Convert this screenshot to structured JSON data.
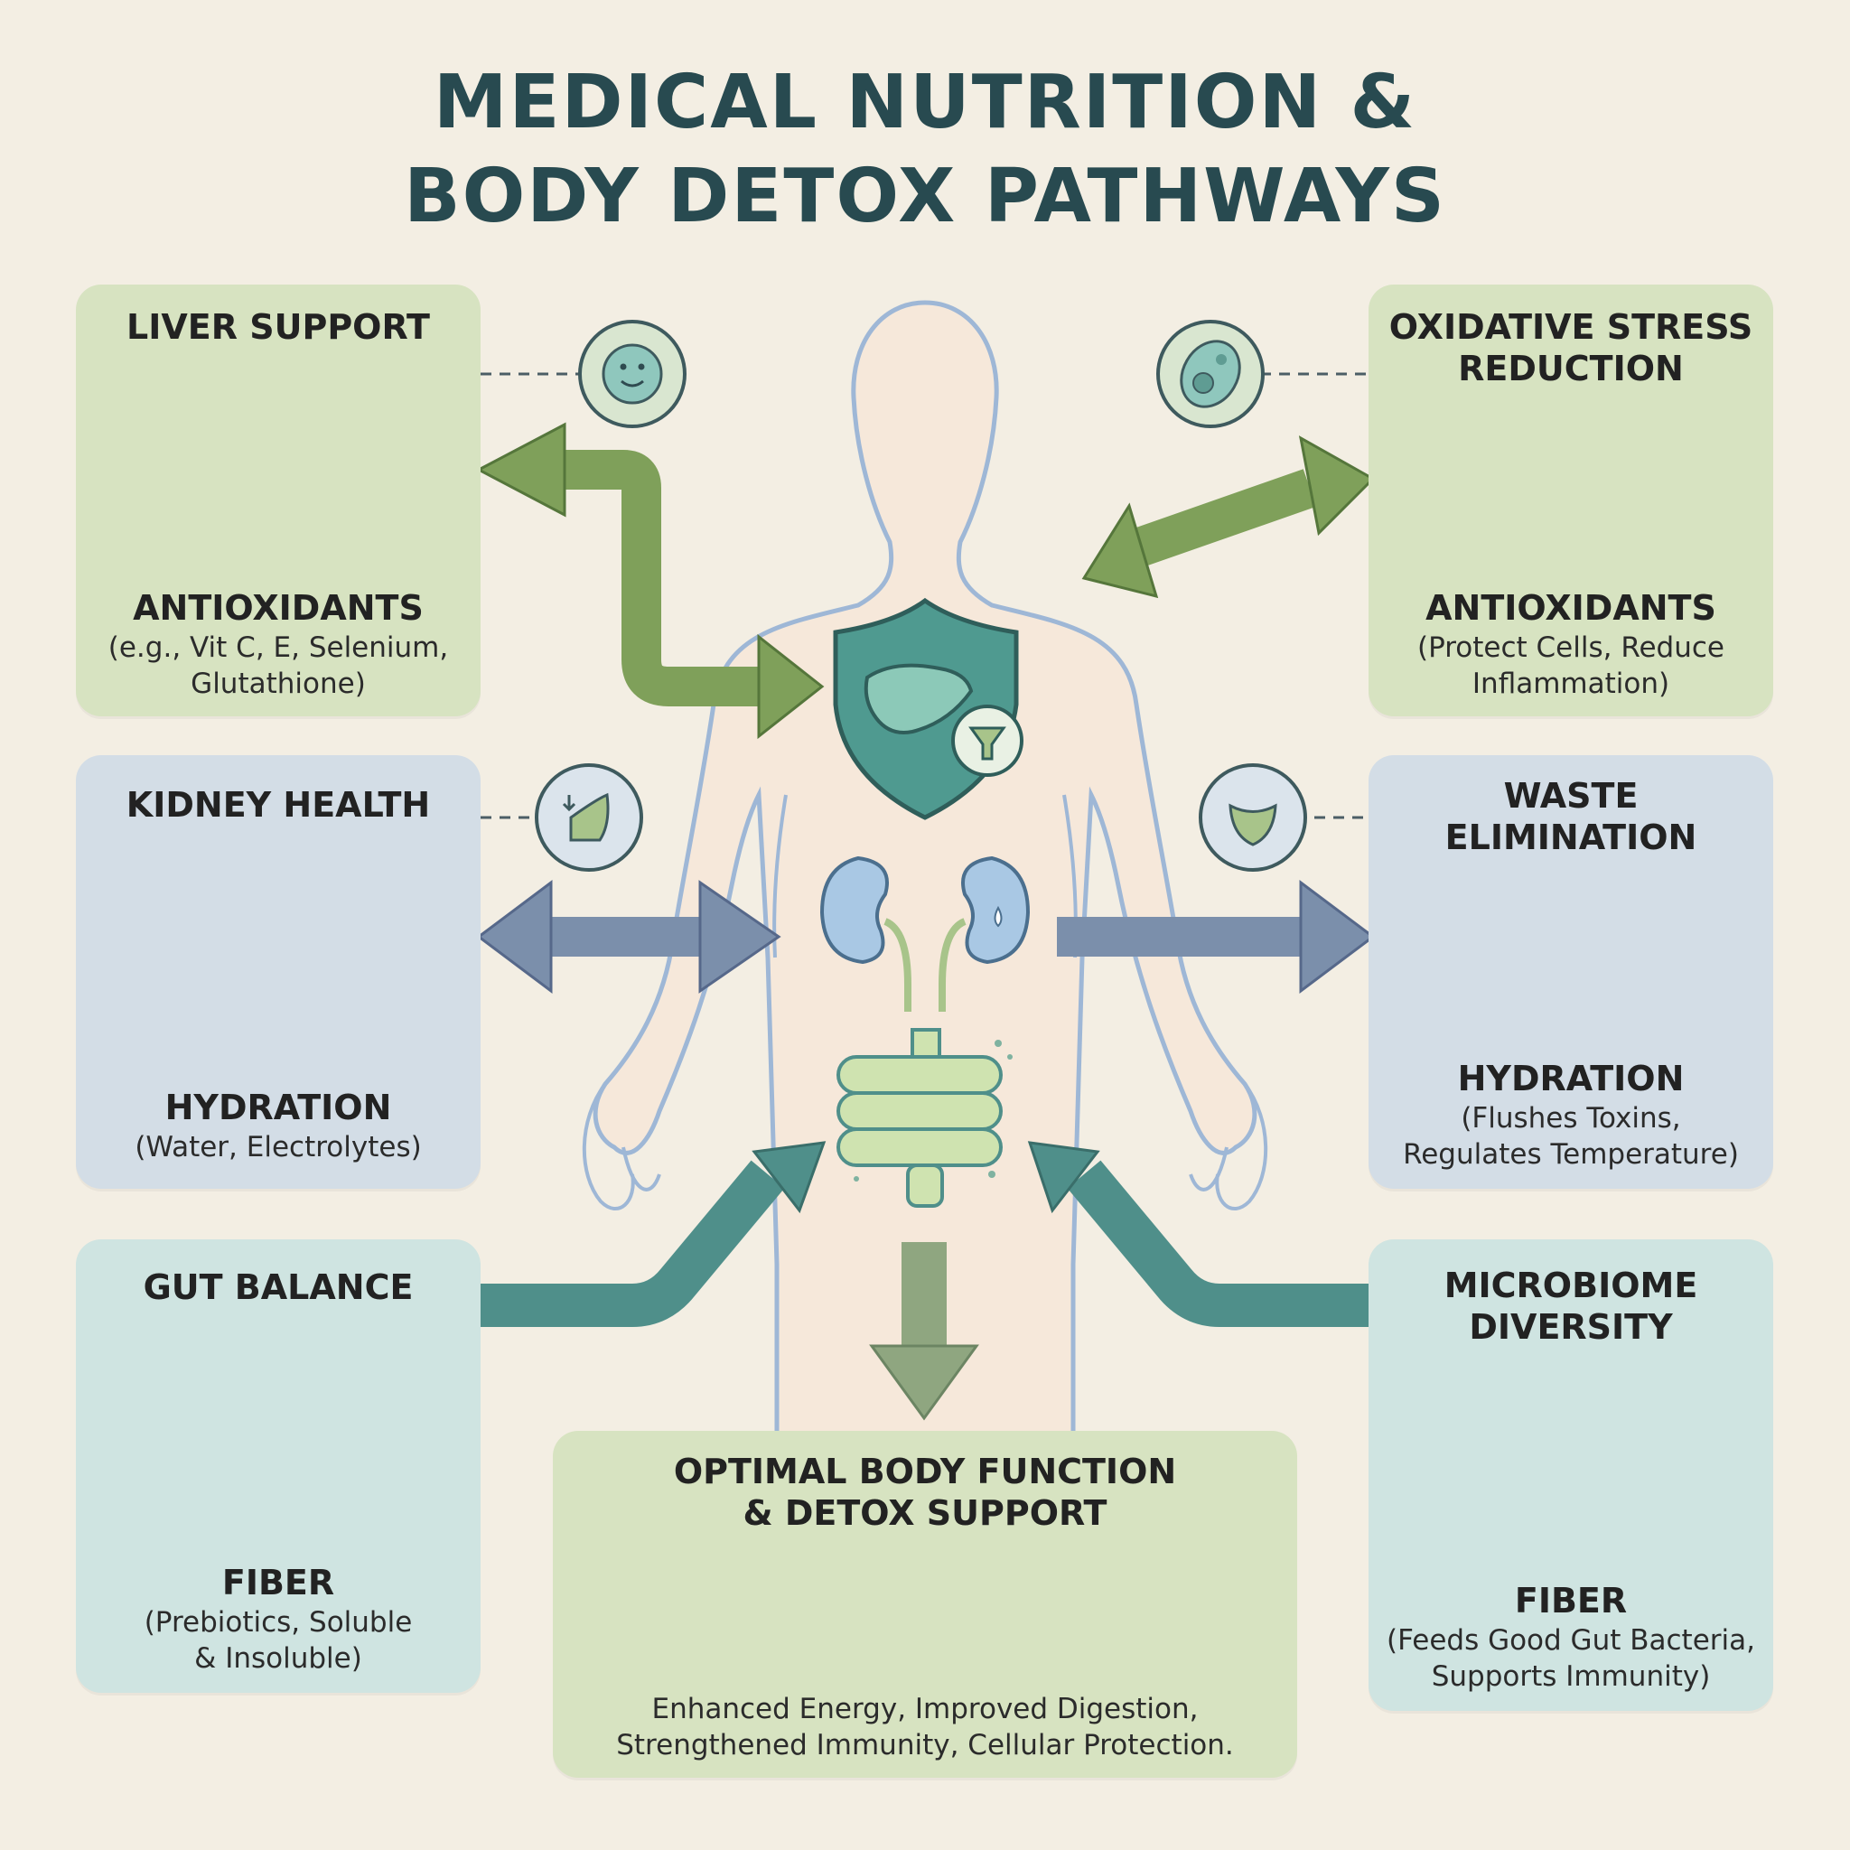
{
  "title": {
    "line1": "MEDICAL NUTRITION &",
    "line2": "BODY DETOX PATHWAYS"
  },
  "panels": {
    "liver": {
      "title": "LIVER SUPPORT",
      "nutrient": "ANTIOXIDANTS",
      "desc_line1": "(e.g., Vit C, E, Selenium,",
      "desc_line2": "Glutathione)"
    },
    "kidney": {
      "title": "KIDNEY HEALTH",
      "nutrient": "HYDRATION",
      "desc_line1": "(Water, Electrolytes)"
    },
    "gut": {
      "title": "GUT BALANCE",
      "nutrient": "FIBER",
      "desc_line1": "(Prebiotics, Soluble",
      "desc_line2": "& Insoluble)"
    },
    "oxidative": {
      "title_line1": "OXIDATIVE STRESS",
      "title_line2": "REDUCTION",
      "nutrient": "ANTIOXIDANTS",
      "desc_line1": "(Protect Cells, Reduce",
      "desc_line2": "Inflammation)"
    },
    "waste": {
      "title_line1": "WASTE",
      "title_line2": "ELIMINATION",
      "nutrient": "HYDRATION",
      "desc_line1": "(Flushes Toxins,",
      "desc_line2": "Regulates Temperature)"
    },
    "microbiome": {
      "title_line1": "MICROBIOME",
      "title_line2": "DIVERSITY",
      "nutrient": "FIBER",
      "desc_line1": "(Feeds Good Gut Bacteria,",
      "desc_line2": "Supports Immunity)"
    },
    "optimal": {
      "title_line1": "OPTIMAL BODY FUNCTION",
      "title_line2": "& DETOX SUPPORT",
      "desc_line1": "Enhanced Energy, Improved Digestion,",
      "desc_line2": "Strengthened Immunity, Cellular Protection."
    }
  },
  "colors": {
    "background": "#f3eee3",
    "title": "#284a50",
    "green_panel": "#d7e3c1",
    "blue_panel": "#d3dde6",
    "teal_panel": "#cfe4e1",
    "green_arrow": "#7fa05a",
    "blue_arrow": "#7b8fab",
    "teal_arrow": "#4f8f8a",
    "body_outline": "#9eb7d6",
    "body_fill": "#f6e8da"
  },
  "icons": {
    "liver_panel": [
      "leafy-greens-icon",
      "blueberries-icon",
      "nuts-icon"
    ],
    "kidney_panel": [
      "water-bottle-icon",
      "water-glass-lemon-icon"
    ],
    "gut_panel": [
      "oatmeal-bowl-icon",
      "pear-icon",
      "beans-icon"
    ],
    "oxidative_panel": [
      "brain-icon",
      "heart-icon"
    ],
    "waste_panel": [
      "bladder-icon",
      "water-drops-icon"
    ],
    "microbiome_panel": [
      "bacteria-icon"
    ],
    "optimal_panel": [
      "heart-icon",
      "brain-icon",
      "balance-scale-icon"
    ],
    "badges": [
      "smiling-cell-icon",
      "cell-icon",
      "kidney-stone-icon",
      "bladder-icon"
    ],
    "body": [
      "liver-shield-icon",
      "filter-funnel-icon",
      "kidneys-icon",
      "intestine-icon"
    ]
  }
}
